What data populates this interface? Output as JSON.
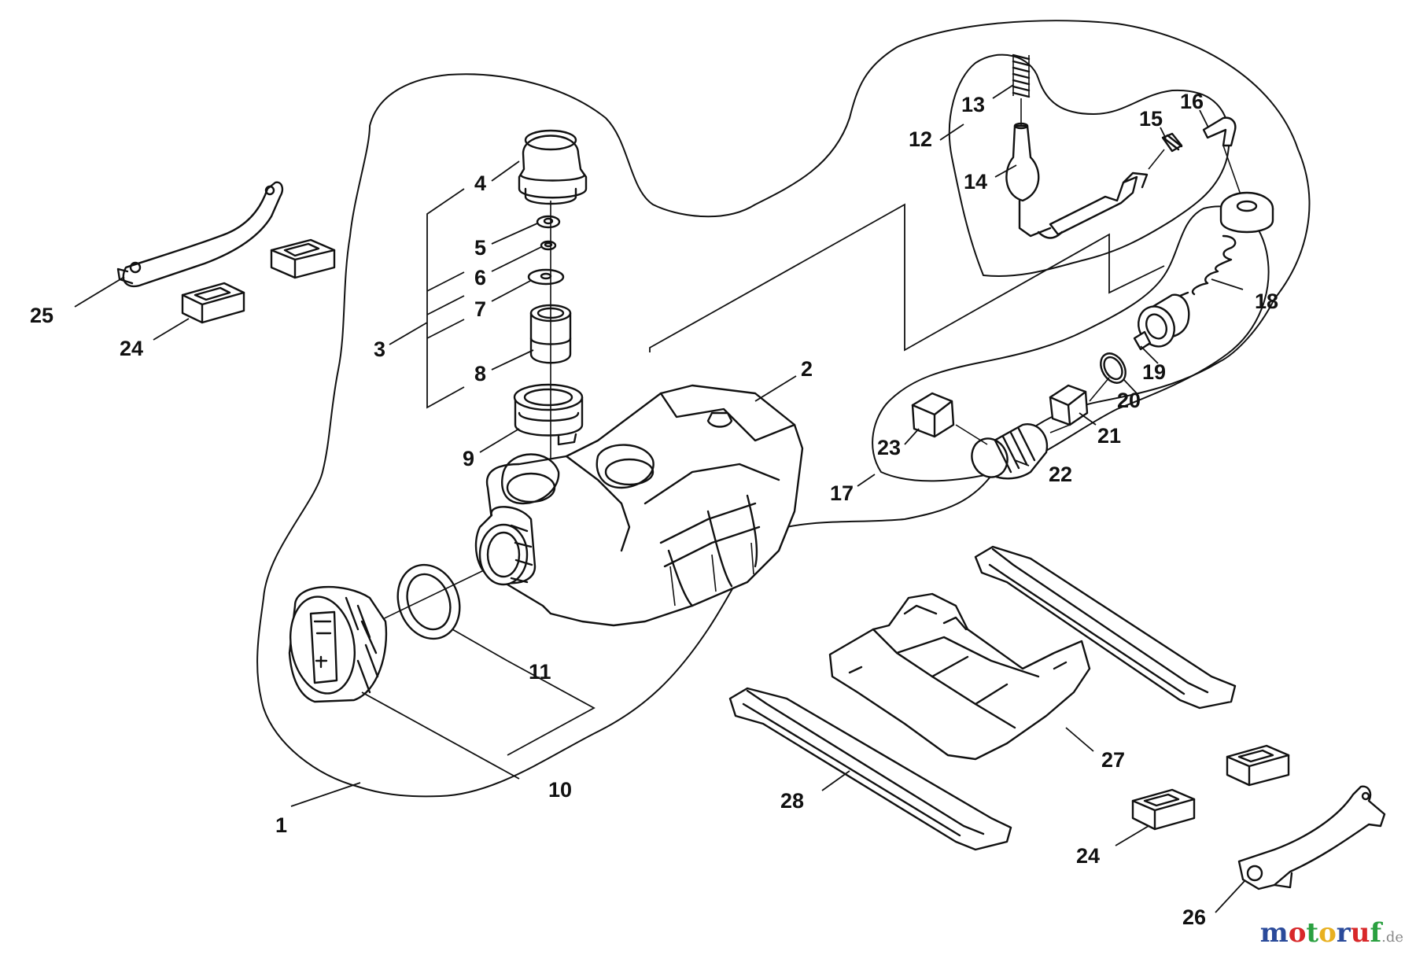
{
  "callouts": [
    "1",
    "2",
    "3",
    "4",
    "5",
    "6",
    "7",
    "8",
    "9",
    "10",
    "11",
    "12",
    "13",
    "14",
    "15",
    "16",
    "17",
    "18",
    "19",
    "20",
    "21",
    "22",
    "23",
    "24",
    "25",
    "26",
    "27",
    "28"
  ],
  "watermark": {
    "letters": [
      "m",
      "o",
      "t",
      "o",
      "r",
      "u",
      "f"
    ],
    "colors": [
      "#2a4a9a",
      "#d8282a",
      "#2aa040",
      "#e8b020",
      "#2a4a9a",
      "#d8282a",
      "#2aa040"
    ],
    "suffix": ".de"
  }
}
